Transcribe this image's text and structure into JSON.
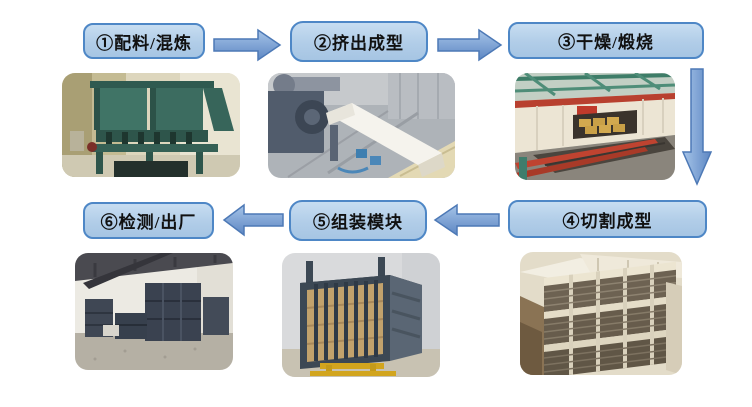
{
  "diagram": {
    "type": "process-flow",
    "steps": [
      {
        "order": 1,
        "label": "①配料/混炼",
        "photo": "batching-mixing-machine"
      },
      {
        "order": 2,
        "label": "②挤出成型",
        "photo": "extrusion-molding-machine"
      },
      {
        "order": 3,
        "label": "③干燥/煅烧",
        "photo": "drying-calcining-kiln"
      },
      {
        "order": 4,
        "label": "④切割成型",
        "photo": "cut-blocks-stack"
      },
      {
        "order": 5,
        "label": "⑤组装模块",
        "photo": "assembled-module"
      },
      {
        "order": 6,
        "label": "⑥检测/出厂",
        "photo": "inspection-warehouse"
      }
    ],
    "arrows": [
      {
        "name": "arrow-1-to-2",
        "direction": "right"
      },
      {
        "name": "arrow-2-to-3",
        "direction": "right"
      },
      {
        "name": "arrow-3-to-4",
        "direction": "down"
      },
      {
        "name": "arrow-4-to-5",
        "direction": "left"
      },
      {
        "name": "arrow-5-to-6",
        "direction": "left"
      }
    ],
    "colors": {
      "box_fill": "#b1cde8",
      "box_border": "#4e87c6",
      "arrow_fill": "#6f9ad3",
      "arrow_stroke": "#4d79b6",
      "background": "#ffffff",
      "text": "#111111"
    }
  }
}
